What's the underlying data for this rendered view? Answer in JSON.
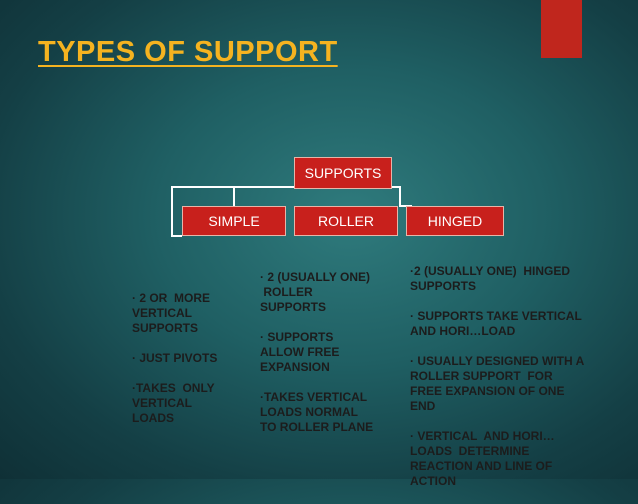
{
  "title": "TYPES OF SUPPORT",
  "colors": {
    "accent": "#c0261d",
    "title": "#f5b320",
    "box": "#c8201c",
    "text": "#1c1c1c",
    "connector": "#ffffff"
  },
  "diagram": {
    "root": "SUPPORTS",
    "children": [
      "SIMPLE",
      "ROLLER",
      "HINGED"
    ]
  },
  "columns": {
    "simple": [
      "· 2 OR  MORE\nVERTICAL\nSUPPORTS",
      "· JUST PIVOTS",
      "·TAKES  ONLY\nVERTICAL\nLOADS"
    ],
    "roller": [
      "· 2 (USUALLY ONE)\n ROLLER\nSUPPORTS",
      "· SUPPORTS\nALLOW FREE\nEXPANSION",
      "·TAKES VERTICAL\nLOADS NORMAL\nTO ROLLER PLANE"
    ],
    "hinged": [
      "·2 (USUALLY ONE)  HINGED\nSUPPORTS",
      "· SUPPORTS TAKE VERTICAL\nAND HORI…LOAD",
      "· USUALLY DESIGNED WITH A\nROLLER SUPPORT  FOR\nFREE EXPANSION OF ONE\nEND",
      "· VERTICAL  AND HORI…\nLOADS  DETERMINE\nREACTION AND LINE OF\nACTION"
    ]
  }
}
